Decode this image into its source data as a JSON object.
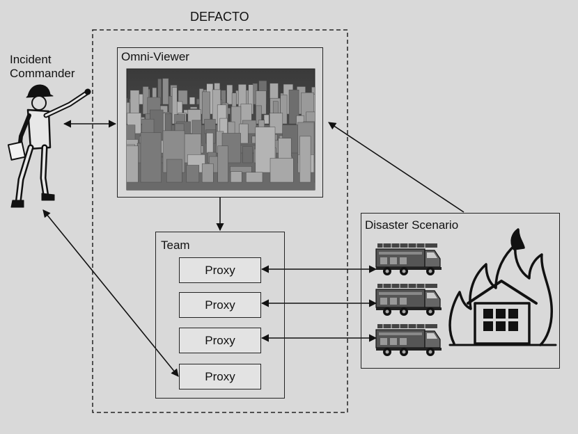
{
  "system_label": "DEFACTO",
  "commander": {
    "line1": "Incident",
    "line2": "Commander",
    "icon": "firefighter-commander-icon"
  },
  "omni_viewer": {
    "title": "Omni-Viewer",
    "screen": "3d-city-view"
  },
  "team": {
    "title": "Team",
    "proxies": [
      "Proxy",
      "Proxy",
      "Proxy",
      "Proxy"
    ]
  },
  "disaster": {
    "title": "Disaster Scenario",
    "icons": [
      "fire-truck-icon",
      "fire-truck-icon",
      "fire-truck-icon",
      "burning-house-icon"
    ]
  },
  "colors": {
    "background": "#d9d9d9",
    "stroke": "#222222"
  }
}
